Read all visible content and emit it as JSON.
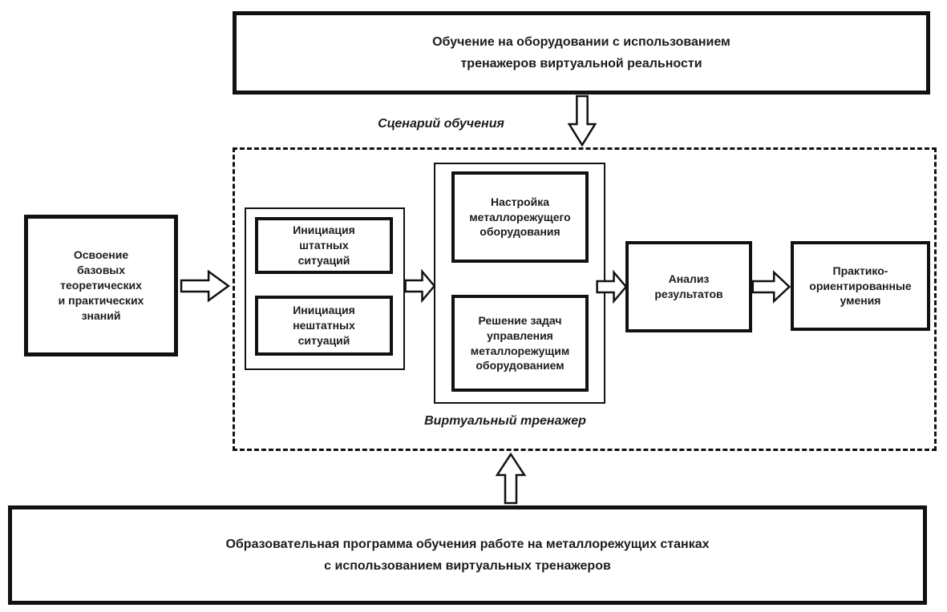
{
  "boxes": {
    "training_vr": "Обучение на оборудовании с использованием\nтренажеров виртуальной реальности",
    "basic_knowledge": "Освоение\nбазовых\nтеоретических\nи практических\nзнаний",
    "init_normal": "Инициация\nштатных\nситуаций",
    "init_abnormal": "Инициация\nнештатных\nситуаций",
    "setup_equipment": "Настройка\nметаллорежущего\nоборудования",
    "control_tasks": "Решение задач\nуправления\nметаллорежущим\nоборудованием",
    "analysis": "Анализ\nрезультатов",
    "skills": "Практико-\nориентированные\nумения",
    "edu_program": "Образовательная программа обучения работе на металлорежущих станках\nс использованием виртуальных тренажеров"
  },
  "labels": {
    "scenario": "Сценарий обучения",
    "simulator": "Виртуальный тренажер"
  },
  "colors": {
    "border": "#111111",
    "text": "#1c1c1c",
    "background": "#ffffff"
  }
}
